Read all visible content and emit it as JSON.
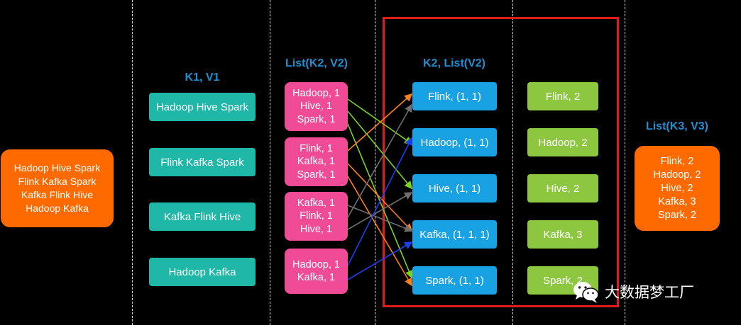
{
  "headers": {
    "k1v1": "K1, V1",
    "list_k2v2": "List(K2, V2)",
    "k2_list_v2": "K2, List(V2)",
    "list_k3v3": "List(K3, V3)"
  },
  "input": "Hadoop Hive Spark\nFlink Kafka Spark\nKafka Flink Hive\nHadoop Kafka",
  "splits": [
    "Hadoop Hive Spark",
    "Flink Kafka Spark",
    "Kafka Flink Hive",
    "Hadoop Kafka"
  ],
  "map_outputs": [
    "Hadoop, 1\nHive, 1\nSpark, 1",
    "Flink, 1\nKafka, 1\nSpark, 1",
    "Kafka, 1\nFlink, 1\nHive, 1",
    "Hadoop, 1\nKafka, 1"
  ],
  "shuffle": [
    "Flink, (1, 1)",
    "Hadoop, (1, 1)",
    "Hive, (1, 1)",
    "Kafka, (1, 1, 1)",
    "Spark, (1, 1)"
  ],
  "reduce": [
    "Flink, 2",
    "Hadoop, 2",
    "Hive, 2",
    "Kafka, 3",
    "Spark, 2"
  ],
  "result": "Flink, 2\nHadoop, 2\nHive, 2\nKafka, 3\nSpark, 2",
  "watermark": "大数据梦工厂",
  "colors": {
    "background": "#000000",
    "header": "#1f8fd0",
    "input_box": "#ff6a00",
    "split_box": "#1fb7a7",
    "map_box": "#ef4b97",
    "shuffle_box": "#18a2e4",
    "reduce_box": "#8dc63f",
    "frame": "#e01b1b",
    "arrow_green": "#7cd31f",
    "arrow_orange": "#ff7f1a",
    "arrow_gray": "#6f6f6f",
    "arrow_blue": "#1c3ff0"
  },
  "icons": [
    "wechat-icon"
  ]
}
